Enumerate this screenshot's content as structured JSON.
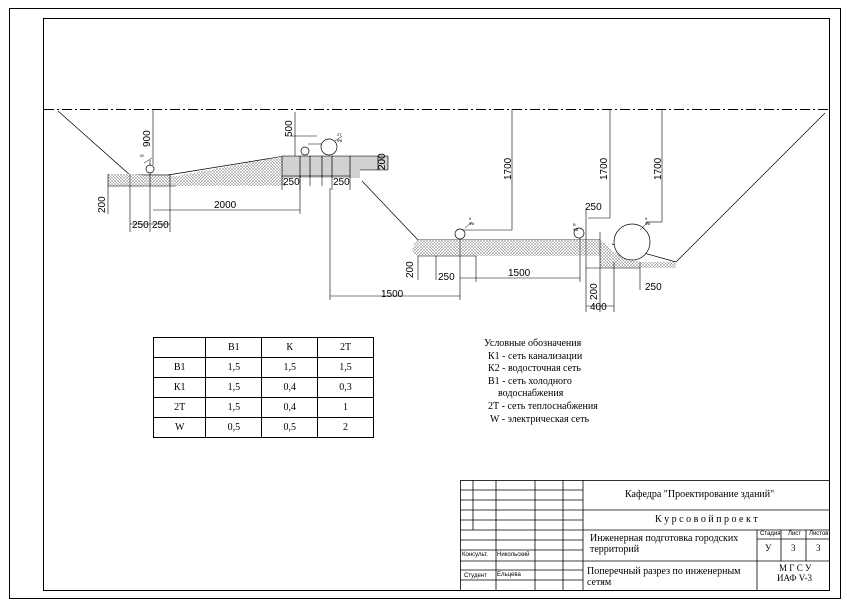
{
  "dimensions": {
    "d500": "500",
    "d900": "900",
    "d200_left": "200",
    "d250_a": "250",
    "d250_b": "250",
    "d2000": "2000",
    "d250_c": "250",
    "d250_d": "250",
    "d200_c": "200",
    "d1700_a": "1700",
    "d1700_b": "1700",
    "d1700_c": "1700",
    "d250_e": "250",
    "d200_mid": "200",
    "d250_f": "250",
    "d1500_inner": "1500",
    "d1500_outer": "1500",
    "d200_right": "200",
    "d400": "400",
    "d250_g": "250"
  },
  "pipe_labels": {
    "w": "W",
    "k_small_top": "2Т",
    "k_small_bottom": "Ф8",
    "k2_top": "К",
    "k2_bottom": "Ф8",
    "b1_top": "В",
    "b1_bottom": "Ф8",
    "k1_top": "К",
    "k1_bottom": "Ф8"
  },
  "table": {
    "headers": [
      "",
      "В1",
      "К",
      "2Т"
    ],
    "rows": [
      [
        "В1",
        "1,5",
        "1,5",
        "1,5"
      ],
      [
        "К1",
        "1,5",
        "0,4",
        "0,3"
      ],
      [
        "2Т",
        "1,5",
        "0,4",
        "1"
      ],
      [
        "W",
        "0,5",
        "0,5",
        "2"
      ]
    ]
  },
  "legend": {
    "title": "Условные  обозначения",
    "items": [
      "К1 - сеть канализации",
      "К2 - водосточная сеть",
      "В1 - сеть холодного",
      "водоснабжения",
      "2Т - сеть теплоснабжения",
      "W - электрическая сеть"
    ]
  },
  "title_block": {
    "department": "Кафедра \"Проектирование зданий\"",
    "project_type": "К у р с о в о й   п р о е к т",
    "subject": "Инженерная подготовка городских территорий",
    "drawing": "Поперечный разрез по инженерным сетям",
    "stage_label": "Стадия",
    "sheet_label": "Лист",
    "sheets_label": "Листов",
    "stage_value": "У",
    "sheet_value": "3",
    "sheets_value": "3",
    "org_line1": "М Г С У",
    "org_line2": "ИАФ V-3",
    "consultant_label": "Консульт.",
    "consultant_name": "Никольский",
    "student_label": "Студент",
    "student_name": "Ельцева"
  }
}
